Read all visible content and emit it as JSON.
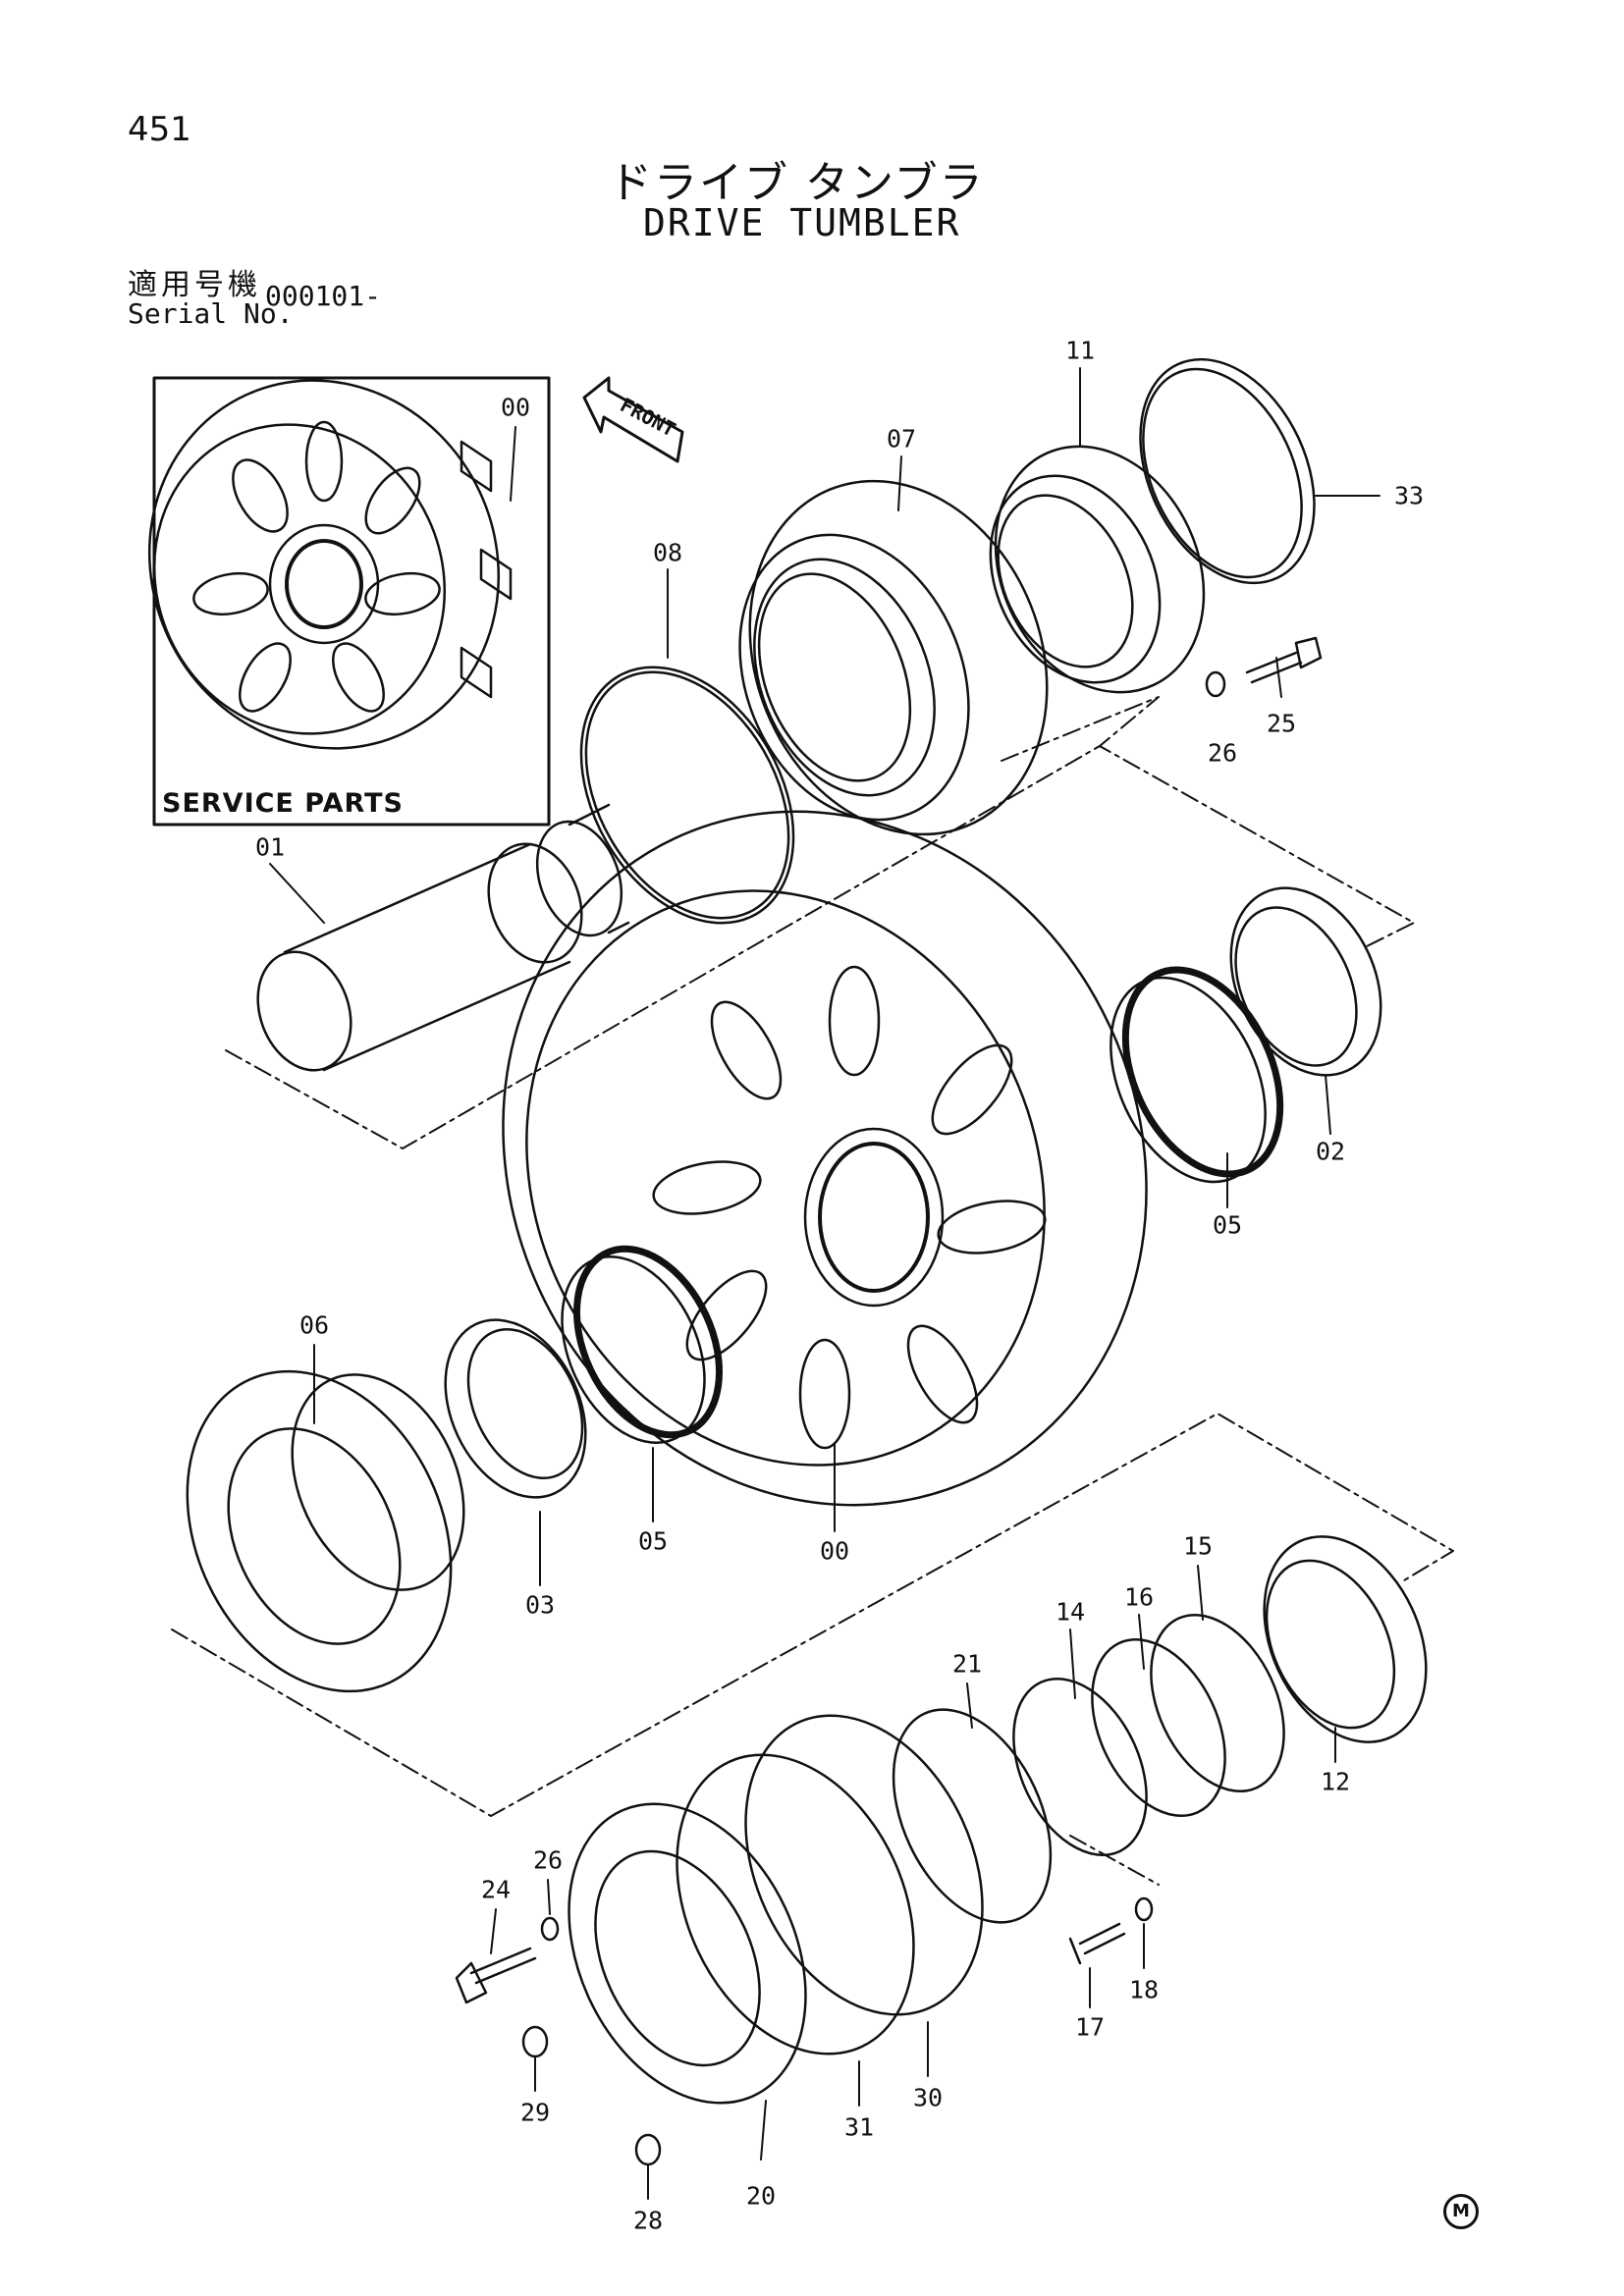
{
  "page": {
    "number": "451",
    "title_ja": "ドライブ タンブラ",
    "title_en": "DRIVE TUMBLER",
    "serial_label_ja": "適用号機",
    "serial_label_en": "Serial No.",
    "serial_value": "000101-",
    "service_parts_label": "SERVICE PARTS",
    "front_arrow_label": "FRONT",
    "corner_mark": "M"
  },
  "callouts": [
    "00",
    "01",
    "02",
    "03",
    "05",
    "05",
    "06",
    "07",
    "08",
    "11",
    "33",
    "26",
    "25",
    "00",
    "12",
    "14",
    "15",
    "16",
    "17",
    "18",
    "20",
    "21",
    "24",
    "26",
    "28",
    "29",
    "30",
    "31"
  ]
}
